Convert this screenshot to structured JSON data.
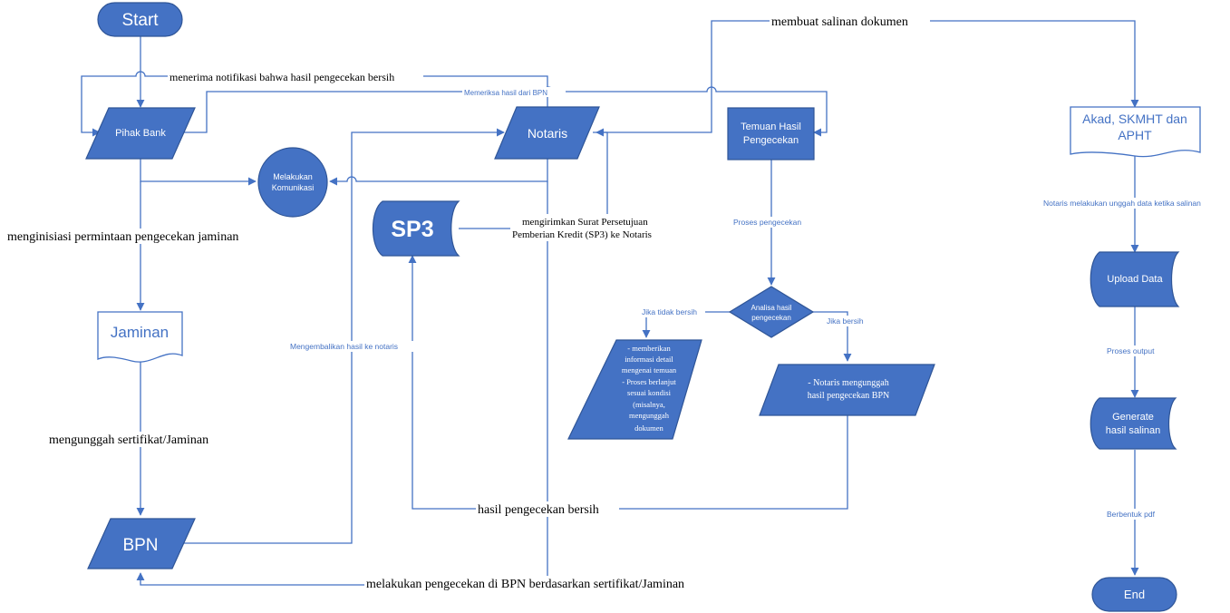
{
  "colors": {
    "shape_fill": "#4472c4",
    "shape_stroke": "#2f5597",
    "line": "#4472c4",
    "text_dark": "#000000",
    "text_light": "#ffffff"
  },
  "nodes": {
    "start": "Start",
    "pihak_bank": "Pihak Bank",
    "komunikasi": [
      "Melakukan",
      "Komunikasi"
    ],
    "jaminan": "Jaminan",
    "bpn": "BPN",
    "notaris": "Notaris",
    "sp3": "SP3",
    "temuan": [
      "Temuan Hasil",
      "Pengecekan"
    ],
    "analisa": [
      "Analisa hasil",
      "pengecekan"
    ],
    "memberikan": [
      "- memberikan",
      "informasi detail",
      "mengenai temuan",
      "- Proses berlanjut",
      "sesuai kondisi",
      "(misalnya,",
      "mengunggah",
      "dokumen"
    ],
    "notaris_unggah": [
      "- Notaris mengunggah",
      "hasil pengecekan BPN"
    ],
    "akad": [
      "Akad, SKMHT dan",
      "APHT"
    ],
    "upload": "Upload Data",
    "generate": [
      "Generate",
      "hasil salinan"
    ],
    "end": "End"
  },
  "edges": {
    "menerima": "menerima notifikasi bahwa hasil pengecekan bersih",
    "memeriksa": "Memeriksa hasil dari BPN",
    "membuat": "membuat salinan dokumen",
    "menginisiasi": "menginisiasi permintaan pengecekan jaminan",
    "mengunggah": "mengunggah sertifikat/Jaminan",
    "mengembalikan": "Mengembalikan hasil ke notaris",
    "mengirimkan": [
      "mengirimkan Surat Persetujuan",
      "Pemberian Kredit (SP3) ke Notaris"
    ],
    "proses_pengecekan": "Proses pengecekan",
    "tidak_bersih": "Jika tidak bersih",
    "bersih": "Jika bersih",
    "hasil_bersih": "hasil pengecekan bersih",
    "melakukan_bpn": "melakukan pengecekan di BPN berdasarkan sertifikat/Jaminan",
    "notaris_unggah_salinan": "Notaris melakukan unggah data ketika salinan",
    "proses_output": "Proses output",
    "berbentuk": "Berbentuk pdf"
  }
}
